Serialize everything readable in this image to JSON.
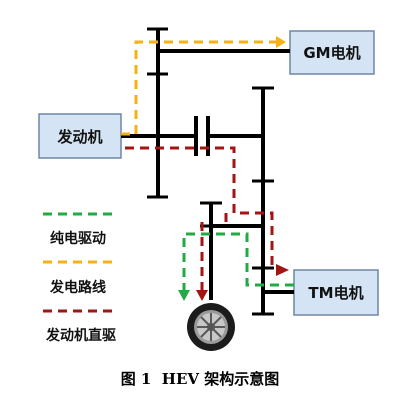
{
  "nodes": {
    "engine": "发动机",
    "gm_motor": "GM电机",
    "tm_motor": "TM电机"
  },
  "legend": {
    "pure_electric": "纯电驱动",
    "generation": "发电路线",
    "engine_direct": "发动机直驱"
  },
  "caption": "图 1  HEV 架构示意图",
  "colors": {
    "pure_electric": "#22aa44",
    "generation": "#f5b216",
    "engine_direct": "#a31515",
    "box_fill": "#d4e4f4",
    "box_stroke": "#6f86a6",
    "shaft": "#000000"
  },
  "icons": {
    "wheel": "wheel-icon"
  }
}
